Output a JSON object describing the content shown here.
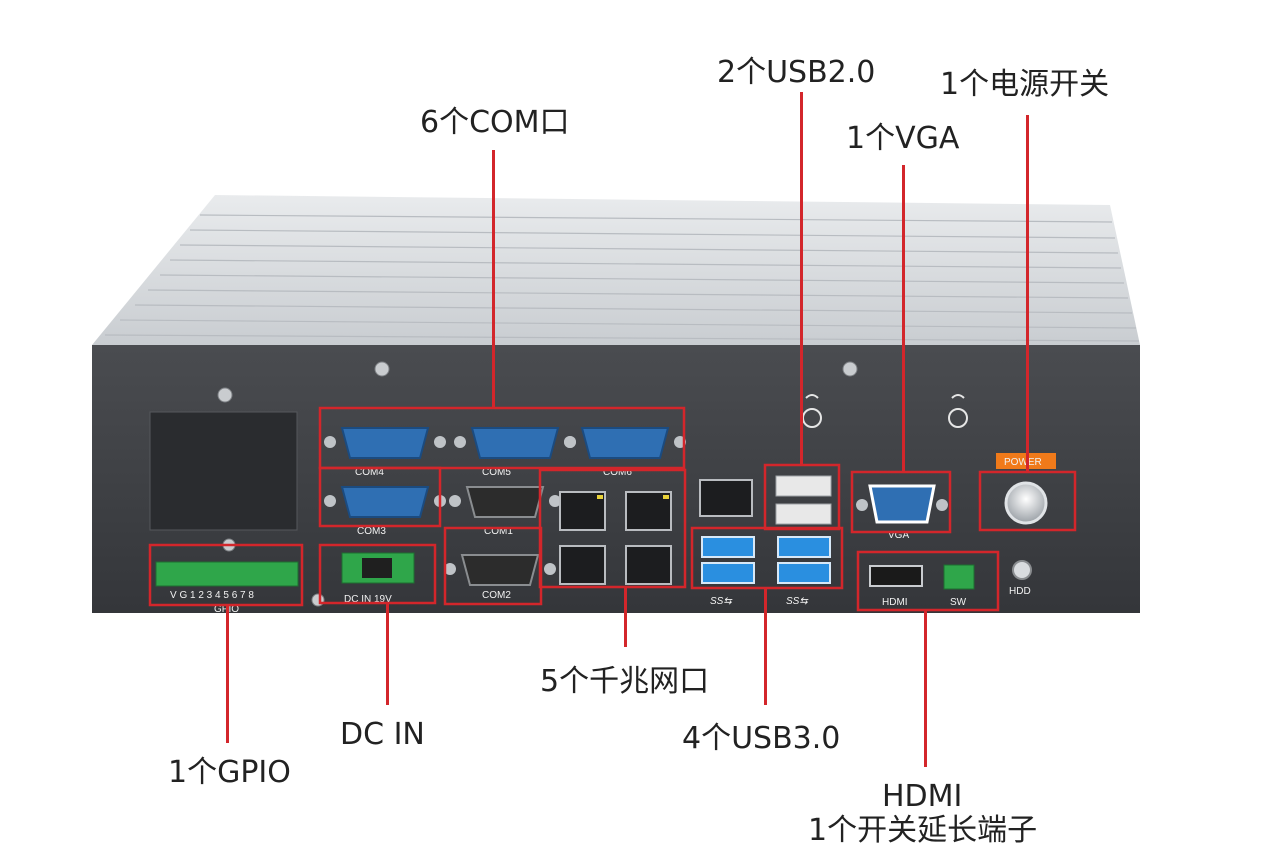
{
  "callouts": {
    "com": "6个COM口",
    "usb2": "2个USB2.0",
    "power": "1个电源开关",
    "vga": "1个VGA",
    "lan": "5个千兆网口",
    "usb3": "4个USB3.0",
    "dcin": "DC IN",
    "gpio": "1个GPIO",
    "hdmi_line1": "HDMI",
    "hdmi_line2": "1个开关延长端子"
  },
  "panel_labels": {
    "com4": "COM4",
    "com5": "COM5",
    "com6": "COM6",
    "com3": "COM3",
    "com1": "COM1",
    "com2": "COM2",
    "dc": "DC IN 19V",
    "gpio": "GPIO",
    "gpio_pins": "V G 1 2 3 4 5 6 7 8",
    "vga": "VGA",
    "hdmi": "HDMI",
    "sw": "SW",
    "hdd": "HDD",
    "power": "POWER",
    "usb3_logo_left": "SS⇆",
    "usb3_logo_right": "SS⇆"
  },
  "colors": {
    "accent_red": "#d3262b",
    "chassis_dark": "#3d3f43",
    "chassis_top": "#d9dcdf",
    "serial_blue": "#2f6fb3",
    "usb3_blue": "#2a8fe0",
    "terminal_green": "#2fa64a",
    "power_badge": "#f07a1a"
  }
}
